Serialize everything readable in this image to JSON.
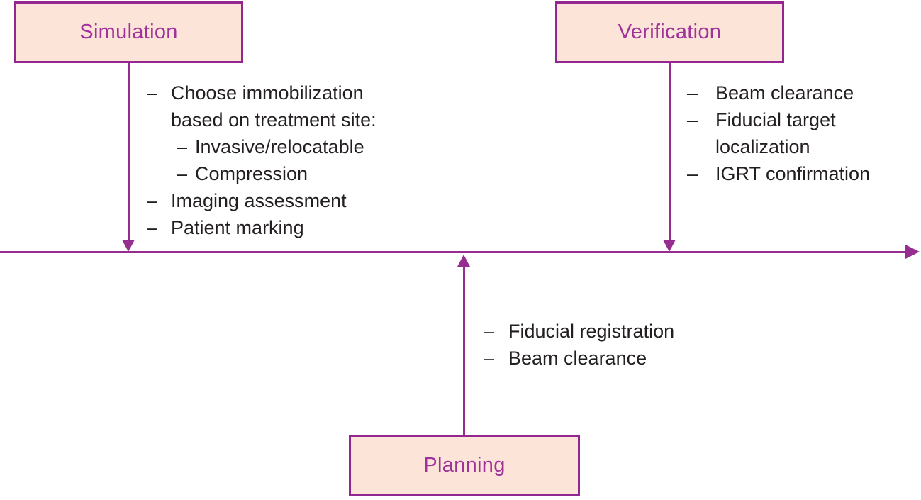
{
  "boxes": {
    "simulation": "Simulation",
    "verification": "Verification",
    "planning": "Planning"
  },
  "lists": {
    "simulation": [
      {
        "marker": "–",
        "text": "Choose immobilization"
      },
      {
        "marker": "",
        "text": "based on treatment site:"
      },
      {
        "marker": "–",
        "text": "Invasive/relocatable"
      },
      {
        "marker": "–",
        "text": "Compression"
      },
      {
        "marker": "–",
        "text": "Imaging assessment"
      },
      {
        "marker": "–",
        "text": "Patient marking"
      }
    ],
    "verification": [
      {
        "marker": "–",
        "text": "Beam clearance"
      },
      {
        "marker": "–",
        "text": "Fiducial target"
      },
      {
        "marker": "",
        "text": "localization"
      },
      {
        "marker": "–",
        "text": "IGRT confirmation"
      }
    ],
    "planning": [
      {
        "marker": "–",
        "text": "Fiducial registration"
      },
      {
        "marker": "–",
        "text": "Beam clearance"
      }
    ]
  },
  "colors": {
    "accent": "#93278f",
    "accent_line": "#962d91",
    "box_fill": "#fce4d8",
    "box_text": "#a03399",
    "text": "#231f20"
  }
}
